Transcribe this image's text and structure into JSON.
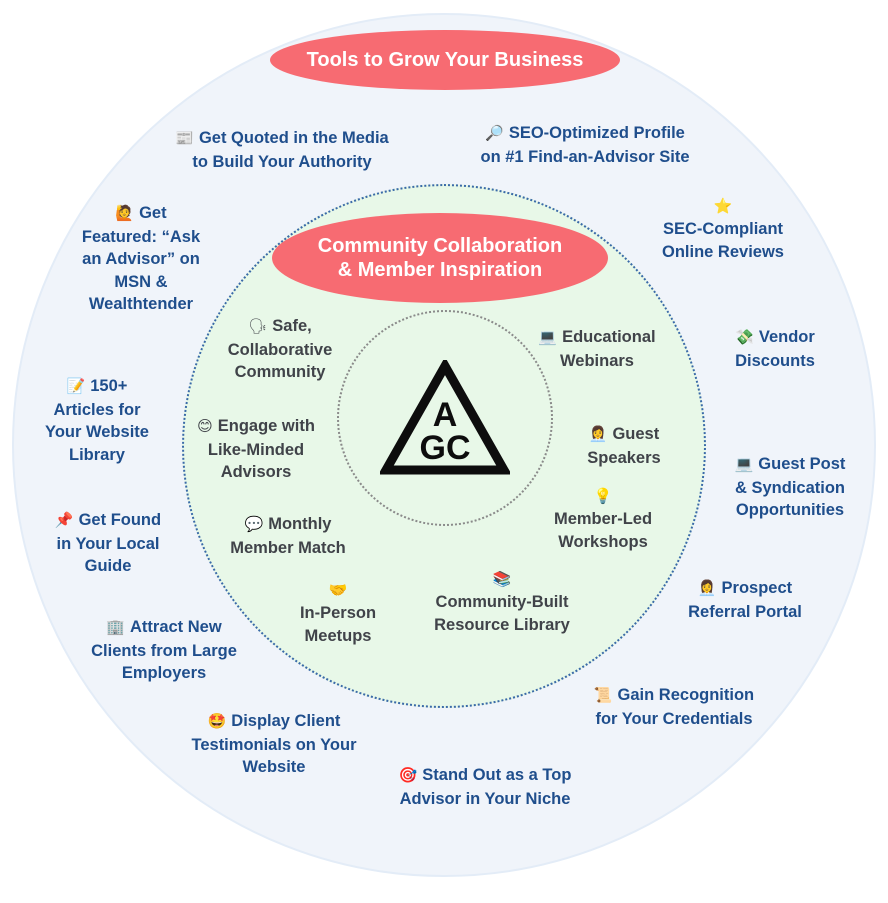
{
  "outer_ring": {
    "title": "Tools to Grow Your Business",
    "color": "#f76b72",
    "items": [
      {
        "icon": "newspaper-icon",
        "glyph": "📰",
        "lines": [
          "Get Quoted in the Media",
          "to Build Your Authority"
        ]
      },
      {
        "icon": "magnifier-icon",
        "glyph": "🔎",
        "lines": [
          "SEO-Optimized Profile",
          "on #1 Find-an-Advisor Site"
        ]
      },
      {
        "icon": "raising-hand-icon",
        "glyph": "🙋",
        "lines": [
          "Get",
          "Featured: “Ask",
          "an Advisor” on",
          "MSN &",
          "Wealthtender"
        ]
      },
      {
        "icon": "star-icon",
        "glyph": "⭐",
        "lines": [
          "SEC-Compliant",
          "Online Reviews"
        ]
      },
      {
        "icon": "money-icon",
        "glyph": "💸",
        "lines": [
          "Vendor",
          "Discounts"
        ]
      },
      {
        "icon": "memo-icon",
        "glyph": "📝",
        "lines": [
          "150+",
          "Articles for",
          "Your Website",
          "Library"
        ]
      },
      {
        "icon": "laptop-icon",
        "glyph": "💻",
        "lines": [
          "Guest Post",
          "& Syndication",
          "Opportunities"
        ]
      },
      {
        "icon": "pushpin-icon",
        "glyph": "📌",
        "lines": [
          "Get Found",
          "in Your Local",
          "Guide"
        ]
      },
      {
        "icon": "businesswoman-icon",
        "glyph": "👩‍💼",
        "lines": [
          "Prospect",
          "Referral Portal"
        ]
      },
      {
        "icon": "office-building-icon",
        "glyph": "🏢",
        "lines": [
          "Attract New",
          "Clients from Large",
          "Employers"
        ]
      },
      {
        "icon": "scroll-icon",
        "glyph": "📜",
        "lines": [
          "Gain Recognition",
          "for Your Credentials"
        ]
      },
      {
        "icon": "star-struck-icon",
        "glyph": "🤩",
        "lines": [
          "Display Client",
          "Testimonials on Your",
          "Website"
        ]
      },
      {
        "icon": "target-icon",
        "glyph": "🎯",
        "lines": [
          "Stand Out as a Top",
          "Advisor in Your Niche"
        ]
      }
    ]
  },
  "inner_ring": {
    "title_lines": [
      "Community Collaboration",
      "& Member Inspiration"
    ],
    "color": "#f76b72",
    "items": [
      {
        "icon": "speaking-head-icon",
        "glyph": "🗣",
        "lines": [
          "Safe,",
          "Collaborative",
          "Community"
        ]
      },
      {
        "icon": "laptop-icon",
        "glyph": "💻",
        "lines": [
          "Educational",
          "Webinars"
        ]
      },
      {
        "icon": "smiling-face-icon",
        "glyph": "😊",
        "lines": [
          "Engage with",
          "Like-Minded",
          "Advisors"
        ]
      },
      {
        "icon": "businesswoman-icon",
        "glyph": "👩‍💼",
        "lines": [
          "Guest",
          "Speakers"
        ]
      },
      {
        "icon": "lightbulb-icon",
        "glyph": "💡",
        "lines": [
          "Member-Led",
          "Workshops"
        ]
      },
      {
        "icon": "speech-bubble-icon",
        "glyph": "💬",
        "lines": [
          "Monthly",
          "Member Match"
        ]
      },
      {
        "icon": "handshake-icon",
        "glyph": "🤝",
        "lines": [
          "In-Person",
          "Meetups"
        ]
      },
      {
        "icon": "books-icon",
        "glyph": "📚",
        "lines": [
          "Community-Built",
          "Resource Library"
        ]
      }
    ]
  },
  "center": {
    "logo_letters": [
      "A",
      "GC"
    ],
    "logo_label": "AGC"
  },
  "colors": {
    "outer_bg": "#f0f4fa",
    "inner_bg": "#e8f8e8",
    "outer_text": "#1f4e8c",
    "inner_text": "#404349",
    "pill": "#f76b72"
  }
}
